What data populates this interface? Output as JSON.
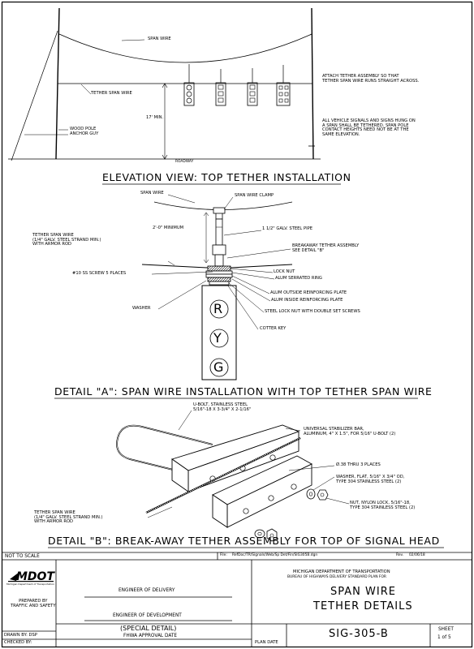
{
  "elevation": {
    "span_wire": "SPAN WIRE",
    "tether_span_wire": "TETHER SPAN WIRE",
    "min_height": "17' MIN.",
    "wood_pole": "WOOD POLE",
    "anchor_guy": "ANCHOR GUY",
    "roadway": "ROADWAY",
    "note1": "ATTACH TETHER ASSEMBLY SO THAT\nTETHER SPAN WIRE RUNS STRAIGHT ACROSS.",
    "note2": "ALL VEHICLE SIGNALS AND SIGNS HUNG ON\nA SPAN SHALL BE TETHERED. SPAN POLE\nCONTACT HEIGHTS NEED NOT BE AT THE\nSAME ELEVATION.",
    "title": "ELEVATION VIEW: TOP TETHER INSTALLATION"
  },
  "detail_a": {
    "span_wire": "SPAN WIRE",
    "span_wire_clamp": "SPAN WIRE CLAMP",
    "min_dim": "2'-0\" MINIMUM",
    "steel_pipe": "1 1/2\" GALV. STEEL PIPE",
    "tether_wire": "TETHER SPAN WIRE\n(1/4\" GALV. STEEL STRAND MIN.)\nWITH ARMOR ROD",
    "breakaway": "BREAKAWAY TETHER ASSEMBLY\nSEE DETAIL \"B\"",
    "screw": "#10 SS SCREW 5 PLACES",
    "lock_nut": "LOCK NUT",
    "serrated_ring": "ALUM SERRATED RING",
    "outside_plate": "ALUM OUTSIDE REINFORCING PLATE",
    "inside_plate": "ALUM INSIDE REINFORCING PLATE",
    "washer": "WASHER",
    "steel_lock_nut": "STEEL LOCK NUT WITH DOUBLE SET SCREWS",
    "cotter_key": "COTTER KEY",
    "lens_r": "R",
    "lens_y": "Y",
    "lens_g": "G",
    "title": "DETAIL \"A\": SPAN WIRE INSTALLATION WITH TOP TETHER SPAN WIRE"
  },
  "detail_b": {
    "ubolt": "U-BOLT, STAINLESS STEEL\n5/16\"-18 X 3-3/4\" X 2-1/16\"",
    "stabilizer": "UNIVERSAL STABILIZER BAR,\nALUMINUM, 4\" X 1.5\", FOR 5/16\" U-BOLT (2)",
    "holes": "Ø.38 THRU 3 PLACES",
    "washer": "WASHER, FLAT, 5/16\" X 3/4\" OD,\nTYPE 304 STAINLESS STEEL (2)",
    "nut": "NUT, NYLON LOCK, 5/16\"-18,\nTYPE 304 STAINLESS STEEL (2)",
    "tether_wire": "TETHER SPAN WIRE\n(1/4\" GALV. STEEL STRAND MIN.)\nWITH ARMOR ROD",
    "title": "DETAIL \"B\": BREAK-AWAY TETHER ASSEMBLY FOR TOP OF SIGNAL HEAD"
  },
  "title_block": {
    "not_to_scale": "NOT TO SCALE",
    "file_label": "File:",
    "file_path": "RefDoc/TR/Signals/Web/Sp Det/Fin/SIG305B.dgn",
    "rev_label": "Rev.",
    "rev_date": "02/06/18",
    "logo": "MDOT",
    "logo_sub": "Michigan Department of Transportation",
    "prepared_by": "PREPARED BY\nTRAFFIC AND SAFETY",
    "eng_delivery": "ENGINEER OF DELIVERY",
    "eng_development": "ENGINEER OF DEVELOPMENT",
    "special_detail": "(SPECIAL DETAIL)",
    "fhwa": "FHWA APPROVAL DATE",
    "agency": "MICHIGAN DEPARTMENT OF TRANSPORTATION",
    "bureau": "BUREAU OF HIGHWAYS DELIVERY STANDARD PLAN FOR",
    "plan_title_1": "SPAN WIRE",
    "plan_title_2": "TETHER DETAILS",
    "drawn_by": "DRAWN BY: DSP",
    "checked_by": "CHECKED BY:",
    "plan_date": "PLAN DATE",
    "sheet_id": "SIG-305-B",
    "sheet_label": "SHEET",
    "sheet_num": "1 of 5"
  }
}
